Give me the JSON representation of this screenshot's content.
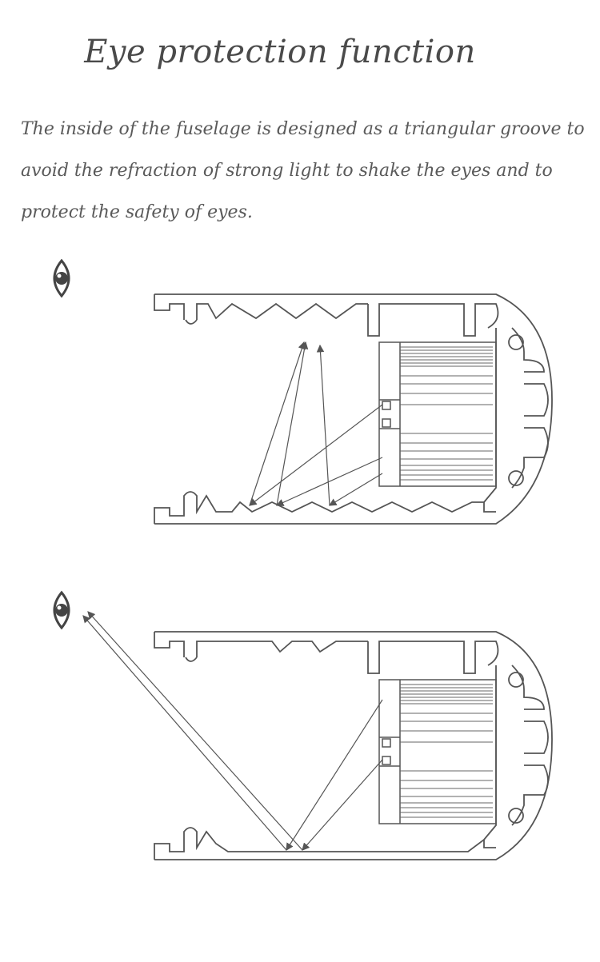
{
  "title": "Eye protection function",
  "description_lines": [
    "The inside of the fuselage is designed as a triangular groove to",
    "avoid the refraction of strong light to shake the eyes and to",
    "protect the safety of eyes."
  ],
  "colors": {
    "text": "#4a4a4a",
    "line": "#555555",
    "icon": "#444444"
  },
  "icons": [
    "eye-icon",
    "eye-icon"
  ]
}
